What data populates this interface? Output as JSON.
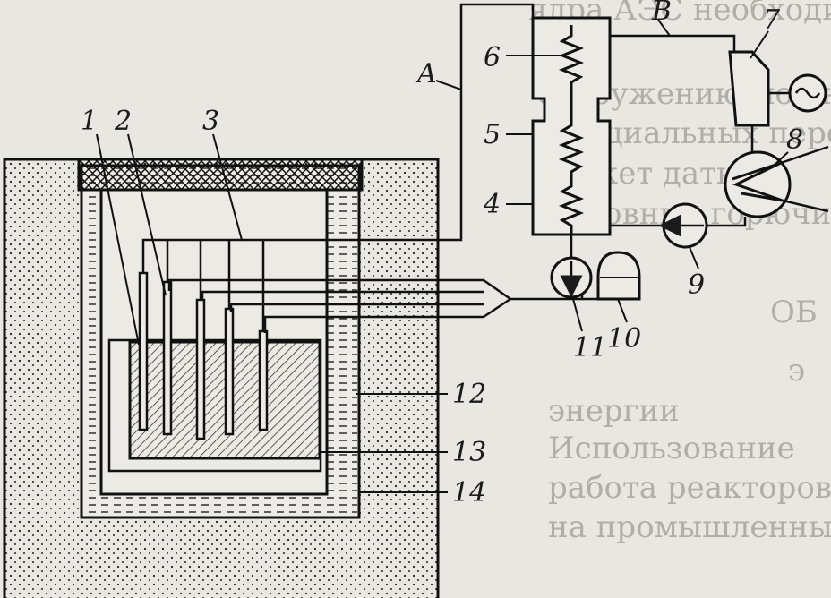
{
  "labels": {
    "l1": "1",
    "l2": "2",
    "l3": "3",
    "l4": "4",
    "l5": "5",
    "l6": "6",
    "l7": "7",
    "l8": "8",
    "l9": "9",
    "l10": "10",
    "l11": "11",
    "l12": "12",
    "l13": "13",
    "l14": "14",
    "lA": "A",
    "lB": "B"
  },
  "bleed_text": [
    "ядра АЭС необходим водяной",
    "сооружению мощных электр",
    "тенциальных перспектив",
    "может дать в",
    "основных горючих",
    "энергии",
    "Использование",
    "работа реакторов",
    "на промышленных",
    "ОБ",
    "э"
  ],
  "colors": {
    "ink": "#1b1b1b",
    "paper": "#e9e7e1",
    "bleed": "#9d9b96"
  }
}
